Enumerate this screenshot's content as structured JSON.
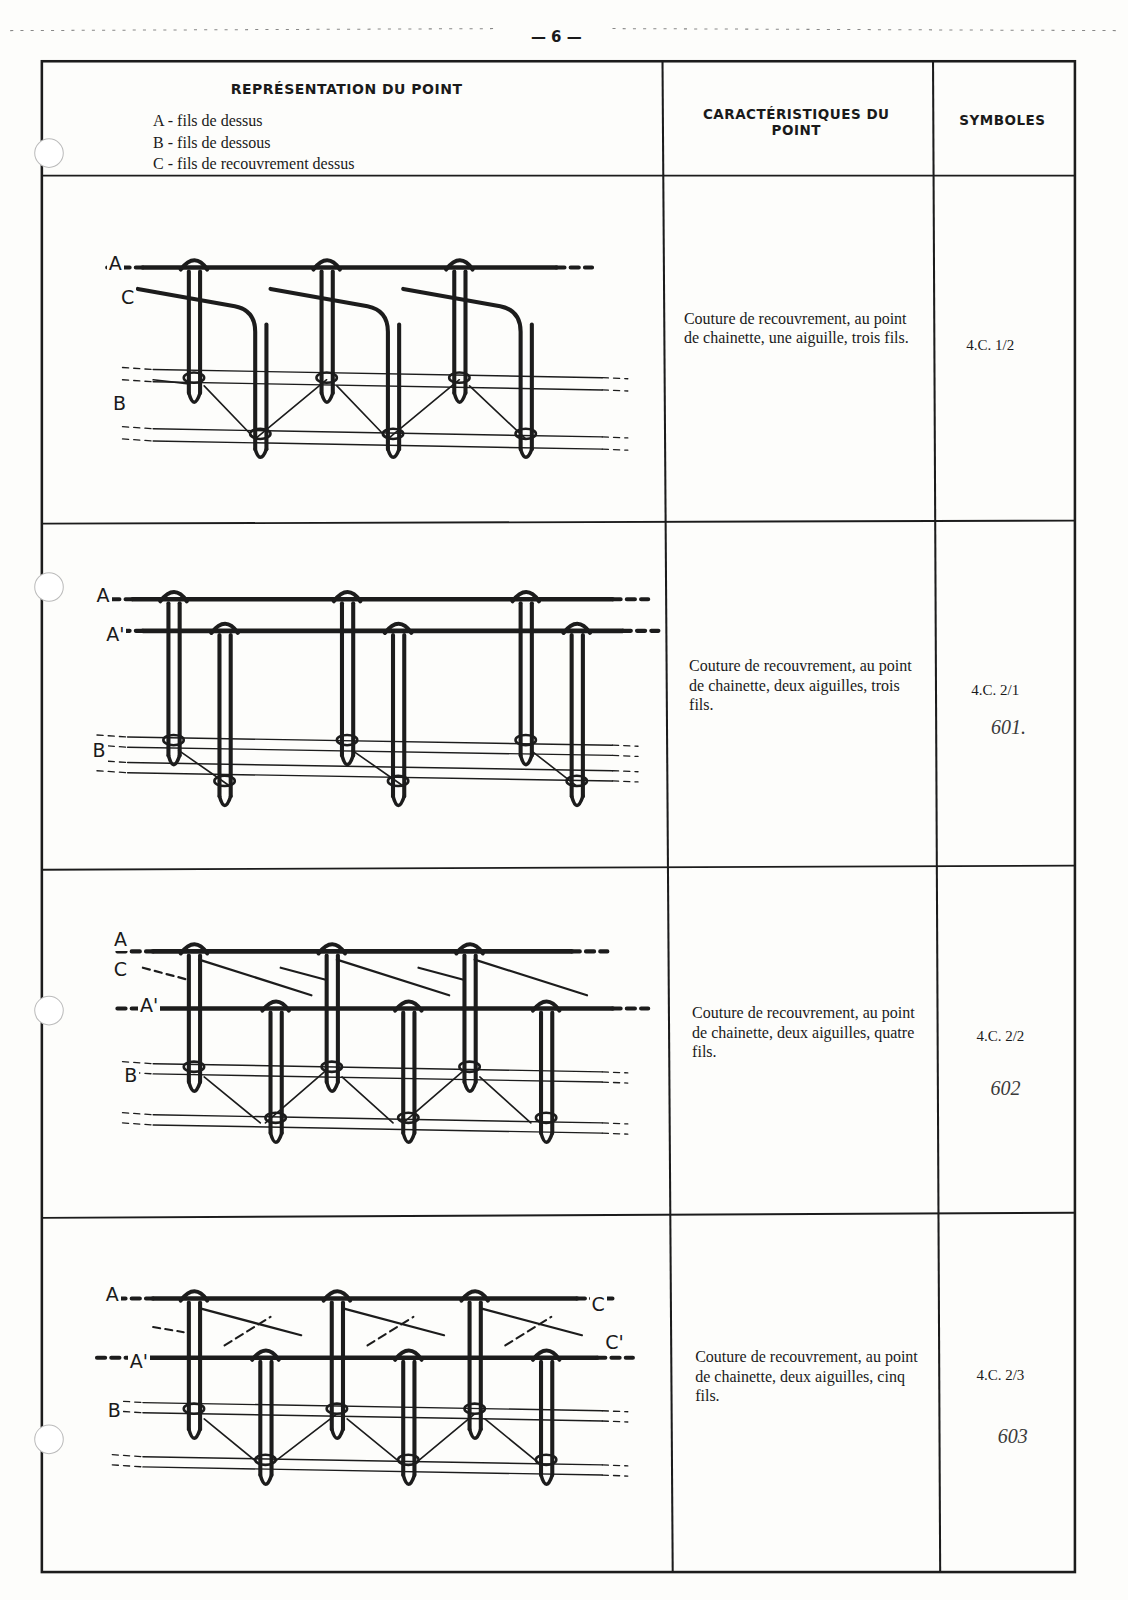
{
  "diagram": {
    "labels": [
      "— 6 —",
      "REPRÉSENTATION DU POINT",
      "A - fils de dessus",
      "B - fils de dessous",
      "C - fils de recouvrement dessus",
      "CARACTÉRISTIQUES DU POINT",
      "SYMBOLES",
      "A",
      "C",
      "B",
      "Couture de recouvrement, au point de chainette, une aiguille, trois fils.",
      "4.C. 1/2",
      "A",
      "A'",
      "B",
      "Couture de recouvrement, au point de chainette, deux aiguilles, trois fils.",
      "4.C. 2/1",
      "601.",
      "A",
      "C",
      "A'",
      "B",
      "Couture de recouvrement, au point de chainette, deux aiguilles, quatre fils.",
      "4.C. 2/2",
      "602",
      "A",
      "C",
      "C'",
      "A'",
      "B",
      "Couture de recouvrement, au point de chainette, deux aiguilles, cinq fils.",
      "4.C. 2/3",
      "603"
    ]
  }
}
